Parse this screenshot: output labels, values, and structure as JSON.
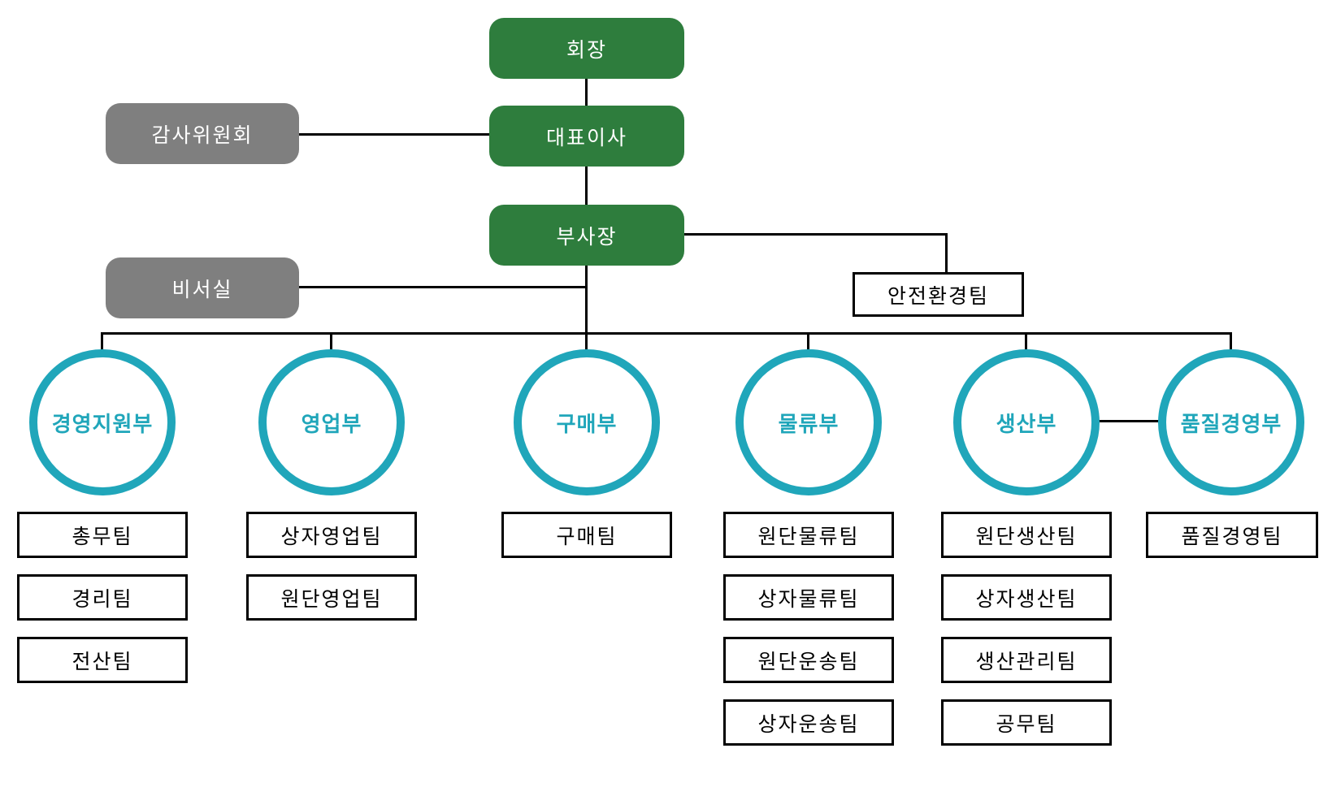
{
  "org": {
    "chairman": "회장",
    "ceo": "대표이사",
    "vice_president": "부사장",
    "audit_committee": "감사위원회",
    "secretary_office": "비서실",
    "safety_environment_team": "안전환경팀",
    "divisions": [
      {
        "name": "경영지원부",
        "teams": [
          "총무팀",
          "경리팀",
          "전산팀"
        ]
      },
      {
        "name": "영업부",
        "teams": [
          "상자영업팀",
          "원단영업팀"
        ]
      },
      {
        "name": "구매부",
        "teams": [
          "구매팀"
        ]
      },
      {
        "name": "물류부",
        "teams": [
          "원단물류팀",
          "상자물류팀",
          "원단운송팀",
          "상자운송팀"
        ]
      },
      {
        "name": "생산부",
        "teams": [
          "원단생산팀",
          "상자생산팀",
          "생산관리팀",
          "공무팀"
        ]
      },
      {
        "name": "품질경영부",
        "teams": [
          "품질경영팀"
        ]
      }
    ],
    "colors": {
      "executive_green": "#2e7d3d",
      "staff_gray": "#7f7f7f",
      "division_teal": "#20a6ba",
      "connector_black": "#000000"
    }
  }
}
